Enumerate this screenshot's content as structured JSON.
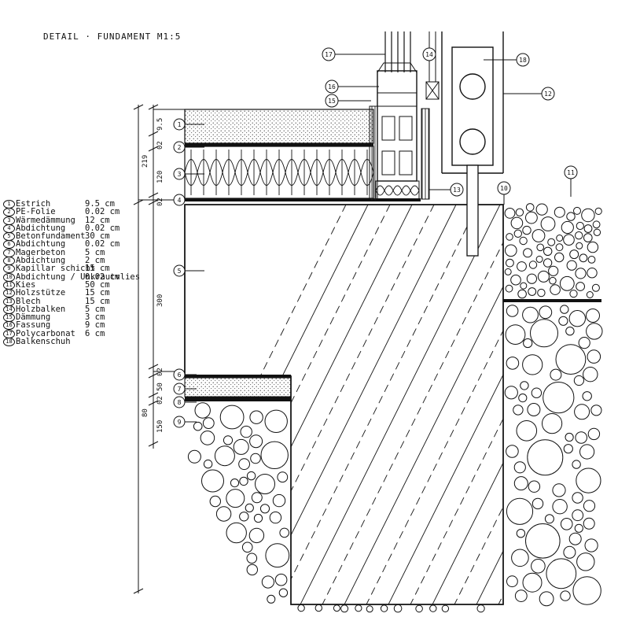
{
  "title": "DETAIL · FUNDAMENT  M1:5",
  "legend": [
    {
      "num": "1",
      "label": "Estrich",
      "value": "9.5 cm"
    },
    {
      "num": "2",
      "label": "PE-Folie",
      "value": "0.02 cm"
    },
    {
      "num": "3",
      "label": "Wärmedämmung",
      "value": "12 cm"
    },
    {
      "num": "4",
      "label": "Abdichtung",
      "value": "0.02 cm"
    },
    {
      "num": "5",
      "label": "Betonfundament",
      "value": "30 cm"
    },
    {
      "num": "6",
      "label": "Abdichtung",
      "value": "0.02 cm"
    },
    {
      "num": "7",
      "label": "Magerbeton",
      "value": "5 cm"
    },
    {
      "num": "8",
      "label": "Abdichtung",
      "value": "2 cm"
    },
    {
      "num": "9",
      "label": "Kapillar schicht",
      "value": "15 cm"
    },
    {
      "num": "10",
      "label": "Abdichtung / Unkrautvlies",
      "value": "0.02 cm"
    },
    {
      "num": "11",
      "label": "Kies",
      "value": "50 cm"
    },
    {
      "num": "12",
      "label": "Holzstütze",
      "value": "15 cm"
    },
    {
      "num": "13",
      "label": "Blech",
      "value": "15 cm"
    },
    {
      "num": "14",
      "label": "Holzbalken",
      "value": "5 cm"
    },
    {
      "num": "15",
      "label": "Dämmung",
      "value": "3 cm"
    },
    {
      "num": "16",
      "label": "Fassung",
      "value": "9 cm"
    },
    {
      "num": "17",
      "label": "Polycarbonat",
      "value": "6 cm"
    },
    {
      "num": "18",
      "label": "Balkenschuh",
      "value": ""
    }
  ],
  "dimensions": {
    "d_9_5": "9.5",
    "d_02a": "02",
    "d_120": "120",
    "d_02b": "02",
    "d_219": "219",
    "d_300": "300",
    "d_02c": "02",
    "d_50": "50",
    "d_02d": "02",
    "d_150": "150",
    "d_80": "80"
  },
  "callouts": {
    "c1": "1",
    "c2": "2",
    "c3": "3",
    "c4": "4",
    "c5": "5",
    "c6": "6",
    "c7": "7",
    "c8": "8",
    "c9": "9",
    "c10": "10",
    "c11": "11",
    "c12": "12",
    "c13": "13",
    "c14": "14",
    "c15": "15",
    "c16": "16",
    "c17": "17",
    "c18": "18"
  }
}
